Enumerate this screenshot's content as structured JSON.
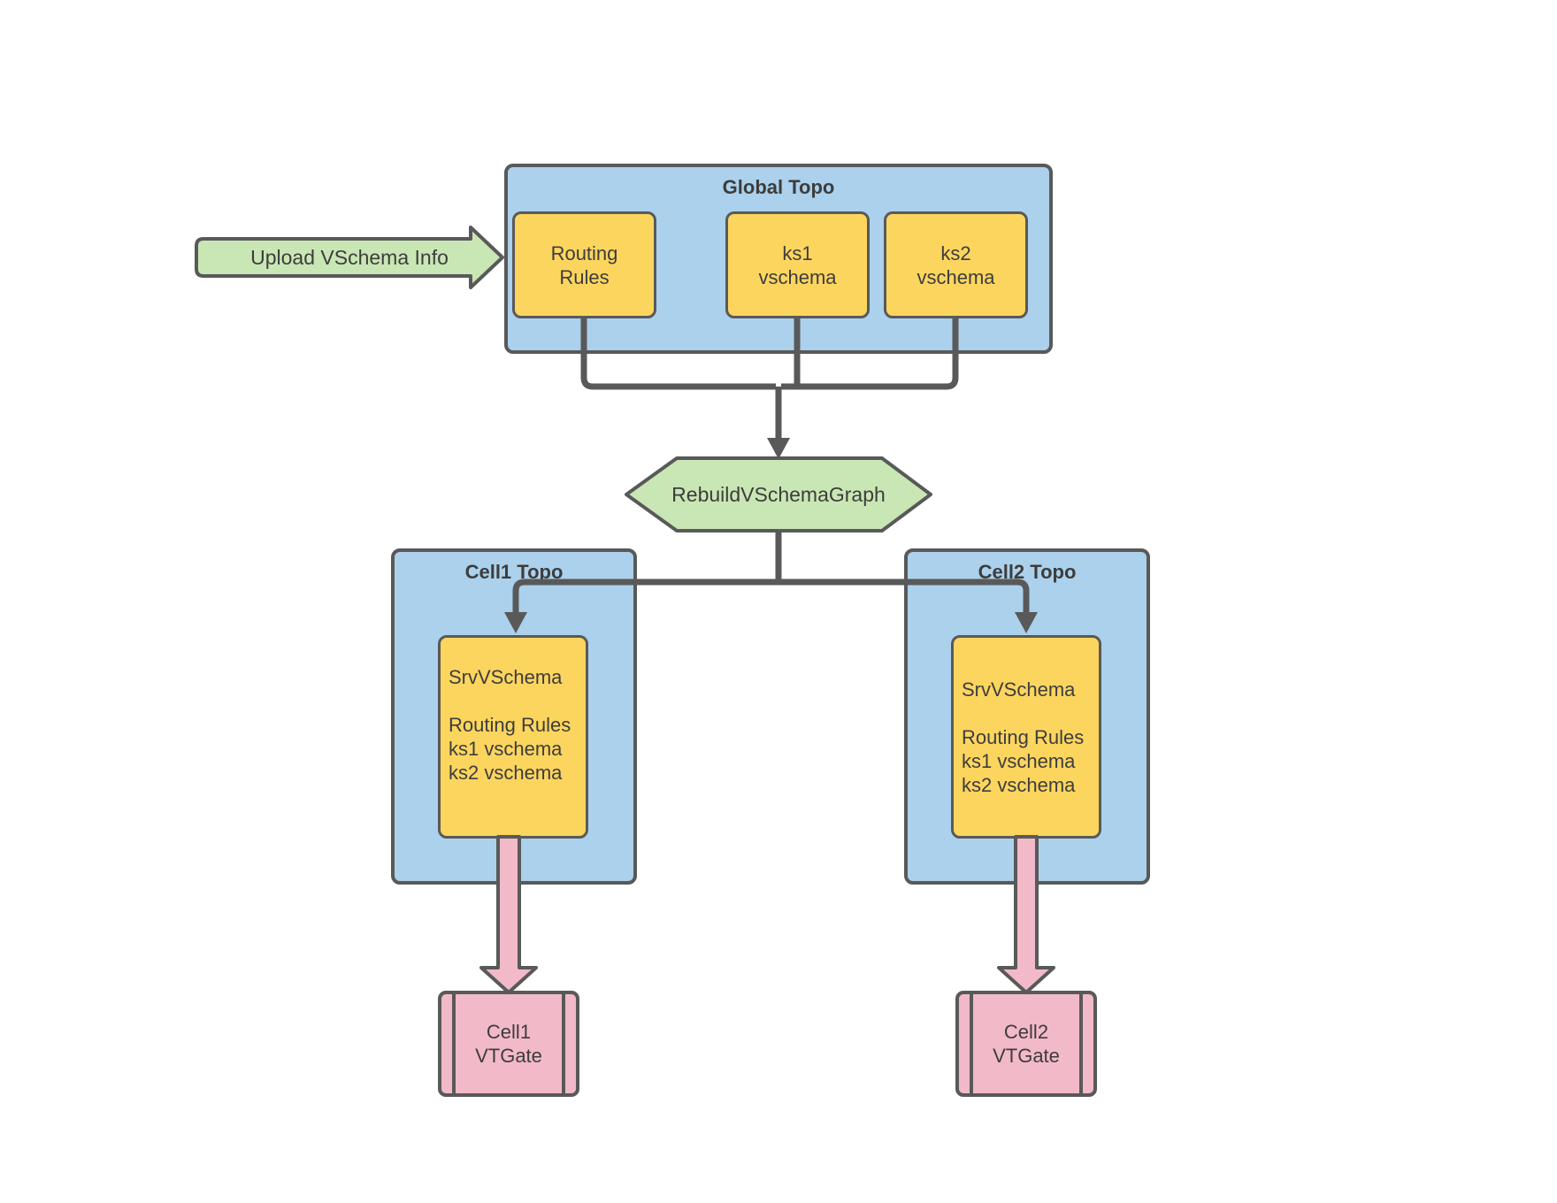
{
  "upload_arrow": {
    "label": "Upload VSchema Info"
  },
  "global_topo": {
    "title": "Global Topo",
    "boxes": [
      {
        "lines": [
          "Routing",
          "Rules"
        ]
      },
      {
        "lines": [
          "ks1",
          "vschema"
        ]
      },
      {
        "lines": [
          "ks2",
          "vschema"
        ]
      }
    ]
  },
  "rebuild": {
    "label": "RebuildVSchemaGraph"
  },
  "cells": [
    {
      "title": "Cell1 Topo",
      "srv_lines": [
        "SrvVSchema",
        "",
        "Routing Rules",
        "ks1 vschema",
        "ks2 vschema"
      ],
      "vtgate_lines": [
        "Cell1",
        "VTGate"
      ]
    },
    {
      "title": "Cell2 Topo",
      "srv_lines": [
        "SrvVSchema",
        "",
        "Routing Rules",
        "ks1 vschema",
        "ks2 vschema"
      ],
      "vtgate_lines": [
        "Cell2",
        "VTGate"
      ]
    }
  ],
  "colors": {
    "blue": "#abd1ec",
    "yellow": "#fcd55f",
    "green": "#c9e7b4",
    "pink": "#f2b9c9",
    "stroke": "#595959",
    "text": "#3d3d3d",
    "bg": "#ffffff"
  }
}
